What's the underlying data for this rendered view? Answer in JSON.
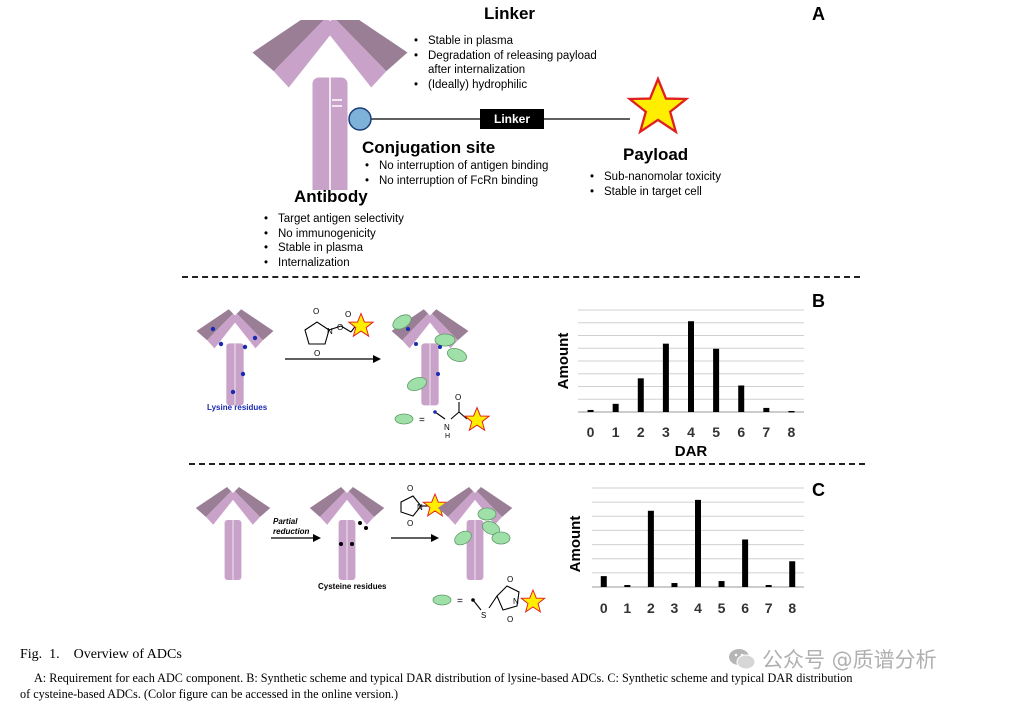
{
  "panelA": {
    "label": "A",
    "linker_title": "Linker",
    "linker_points": [
      "Stable in plasma",
      "Degradation of releasing payload",
      "after internalization",
      "(Ideally) hydrophilic"
    ],
    "linker_box": "Linker",
    "conj_title": "Conjugation site",
    "conj_points": [
      "No interruption of antigen binding",
      "No interruption of FcRn binding"
    ],
    "payload_title": "Payload",
    "payload_points": [
      "Sub-nanomolar toxicity",
      "Stable in target cell"
    ],
    "antibody_title": "Antibody",
    "antibody_points": [
      "Target antigen selectivity",
      "No immunogenicity",
      "Stable in plasma",
      "Internalization"
    ]
  },
  "panelB": {
    "label": "B",
    "lysine_label": "Lysine residues"
  },
  "panelC": {
    "label": "C",
    "reduction_label_1": "Partial",
    "reduction_label_2": "reduction",
    "cysteine_label": "Cysteine residues"
  },
  "caption": {
    "fig_label": "Fig.  1.    Overview of ADCs",
    "text_line1": "A: Requirement for each ADC component. B: Synthetic scheme and typical DAR distribution of lysine-based ADCs. C: Synthetic scheme and typical DAR distribution",
    "text_line2": "of cysteine-based ADCs. (Color figure can be accessed in the online version.)"
  },
  "watermark": "公众号 @质谱分析",
  "colors": {
    "antibody": "#c8a2c8",
    "antibody_dark": "#9a7e96",
    "star_fill": "#ffee00",
    "star_stroke": "#e02020",
    "payload_green": "#9fe0a8",
    "lysine_blue": "#1a2bb0"
  },
  "chart_data": [
    {
      "type": "bar",
      "panel": "B",
      "categories": [
        "0",
        "1",
        "2",
        "3",
        "4",
        "5",
        "6",
        "7",
        "8"
      ],
      "values": [
        0.02,
        0.08,
        0.33,
        0.67,
        0.89,
        0.62,
        0.26,
        0.04,
        0.01
      ],
      "xlabel": "DAR",
      "ylabel": "Amount",
      "grid": true
    },
    {
      "type": "bar",
      "panel": "C",
      "categories": [
        "0",
        "1",
        "2",
        "3",
        "4",
        "5",
        "6",
        "7",
        "8"
      ],
      "values": [
        0.11,
        0.02,
        0.77,
        0.04,
        0.88,
        0.06,
        0.48,
        0.02,
        0.26
      ],
      "xlabel": "",
      "ylabel": "Amount",
      "grid": true
    }
  ]
}
